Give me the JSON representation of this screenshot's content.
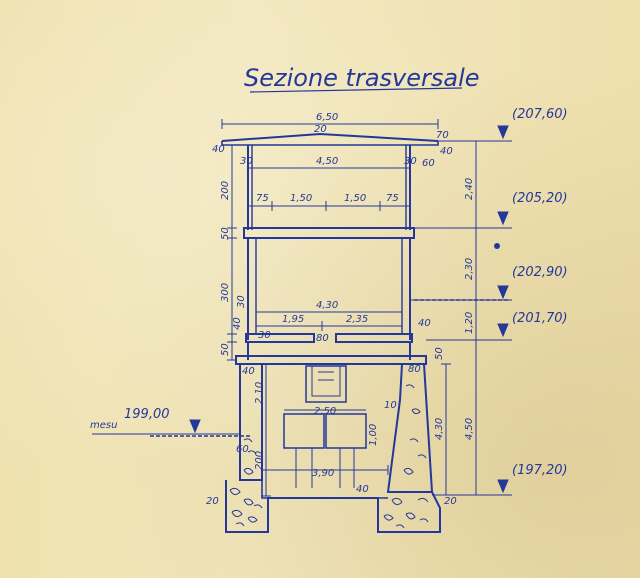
{
  "drawing": {
    "title": "Sezione trasversale",
    "ink_color": "#23389a",
    "paper_color": "#efe3b4"
  },
  "levels": {
    "l1": "(207,60)",
    "l2": "(205,20)",
    "l3": "(202,90)",
    "l4": "(201,70)",
    "l5": "(197,20)",
    "left_prefix": "mesu",
    "left": "199,00"
  },
  "dims": {
    "top_width": "6,50",
    "top_rail": "70",
    "roof_small": "20",
    "top_left_40": "40",
    "top_right_40": "40",
    "upper_inner_width": "4,50",
    "upper_left_30": "30",
    "upper_right_30": "30",
    "upper_right_60": "60",
    "seg_75_left": "75",
    "seg_150_a": "1,50",
    "seg_150_b": "1,50",
    "seg_75_right": "75",
    "left_200": "200",
    "left_50_upper": "50",
    "left_300": "300",
    "left_30": "30",
    "left_40": "40",
    "left_50_lower": "50",
    "mid_width": "4,30",
    "mid_195": "1,95",
    "mid_235": "2,35",
    "mid_right_40": "40",
    "mid_30": "30",
    "mid_80": "80",
    "right_240": "2,40",
    "right_230": "2,30",
    "right_120": "1,20",
    "right_50": "50",
    "right_430": "4,30",
    "right_450": "4,50",
    "lower_80": "80",
    "lower_40": "40",
    "lower_210": "2,10",
    "lower_250": "2,50",
    "lower_200": "200",
    "lower_100": "1,00",
    "lower_10": "10",
    "lower_60": "60",
    "lower_390": "3,90",
    "lower_40_bottom": "40",
    "bottom_20_left": "20",
    "bottom_20_right": "20"
  }
}
